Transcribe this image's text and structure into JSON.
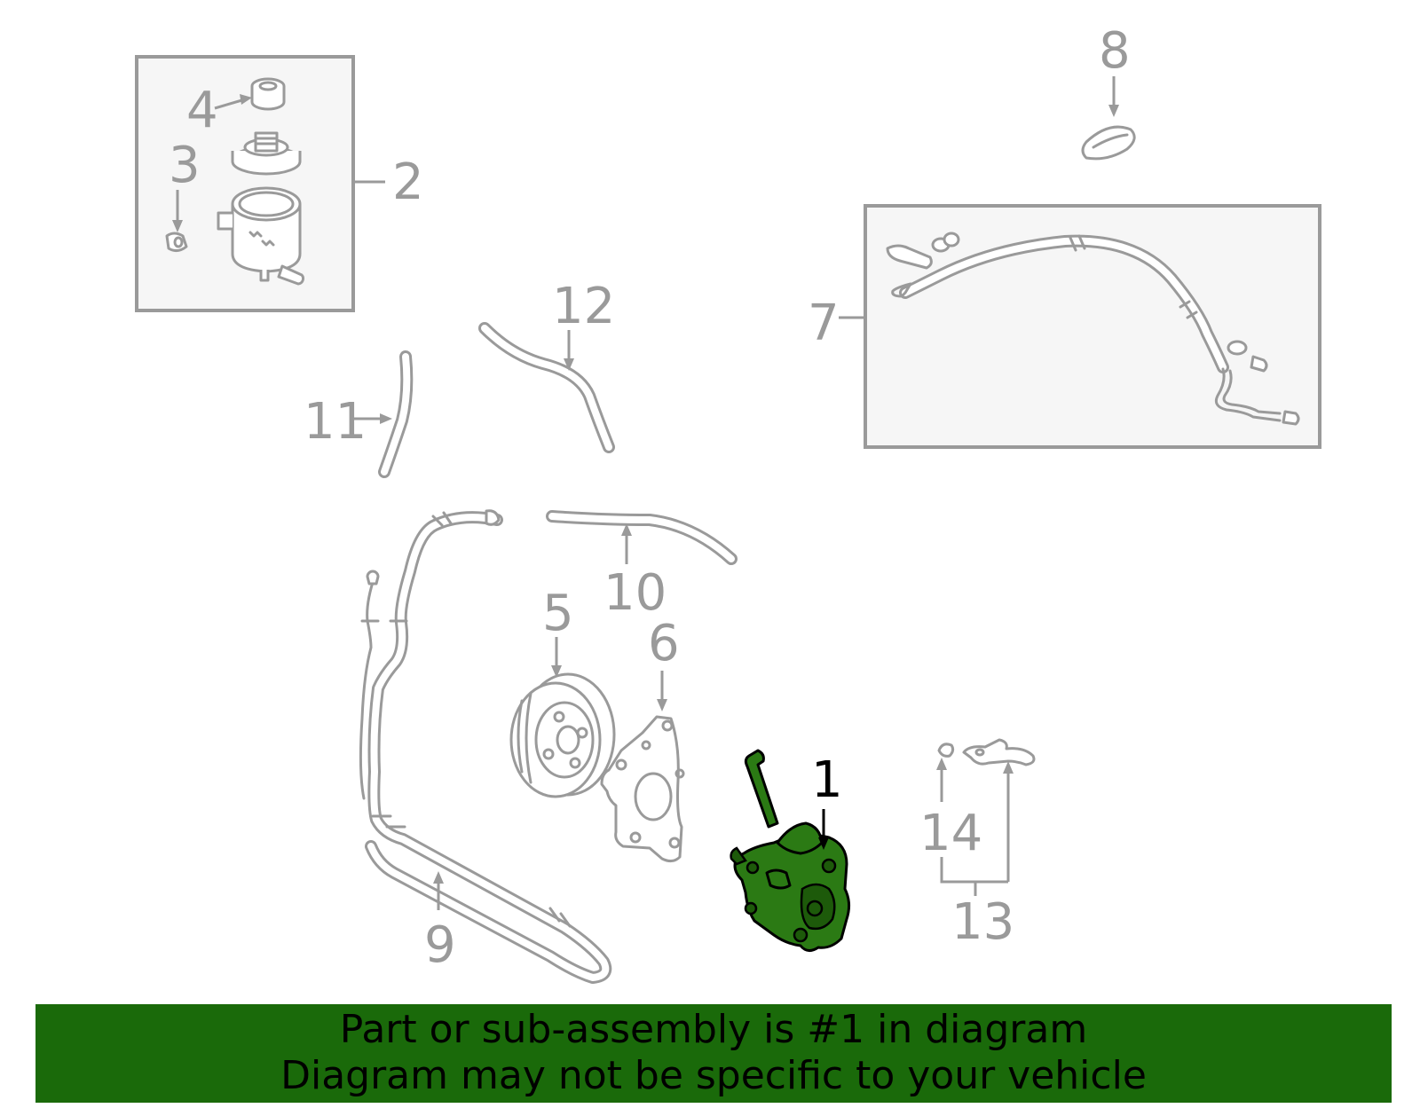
{
  "callouts": {
    "c1": "1",
    "c2": "2",
    "c3": "3",
    "c4": "4",
    "c5": "5",
    "c6": "6",
    "c7": "7",
    "c8": "8",
    "c9": "9",
    "c10": "10",
    "c11": "11",
    "c12": "12",
    "c13": "13",
    "c14": "14"
  },
  "highlight": {
    "part": "1",
    "color": "#2b7a14"
  },
  "banner": {
    "line1": "Part or sub-assembly is #1 in diagram",
    "line2": "Diagram may not be specific to your vehicle",
    "color": "#1a6a0a"
  }
}
